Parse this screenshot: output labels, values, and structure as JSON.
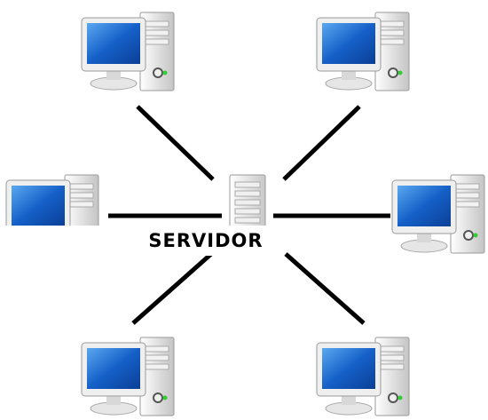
{
  "diagram": {
    "server": {
      "label": "SERVIDOR",
      "icon": "server-tower-icon"
    },
    "clients": [
      {
        "id": "client-top-left",
        "icon": "desktop-computer-icon"
      },
      {
        "id": "client-top-right",
        "icon": "desktop-computer-icon"
      },
      {
        "id": "client-mid-left",
        "icon": "desktop-computer-icon"
      },
      {
        "id": "client-mid-right",
        "icon": "desktop-computer-icon"
      },
      {
        "id": "client-bottom-left",
        "icon": "desktop-computer-icon"
      },
      {
        "id": "client-bottom-right",
        "icon": "desktop-computer-icon"
      }
    ],
    "colors": {
      "link": "#000000",
      "screen": "#1560c8",
      "case": "#e8e8e8"
    }
  }
}
